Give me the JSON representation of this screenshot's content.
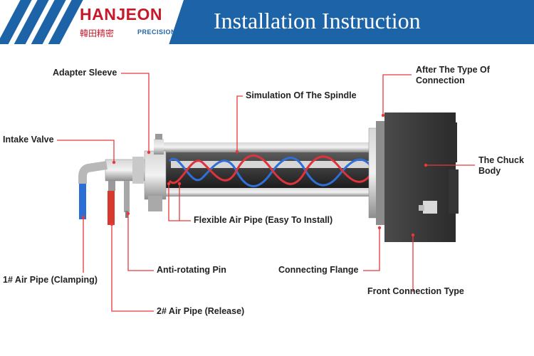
{
  "header": {
    "brand": "HANJEON",
    "brand_cn": "韓田精密",
    "brand_sub": "PRECISION",
    "title": "Installation Instruction"
  },
  "labels": {
    "adapter_sleeve": "Adapter Sleeve",
    "simulation_spindle": "Simulation Of The Spindle",
    "after_type_line1": "After The Type Of",
    "after_type_line2": "Connection",
    "intake_valve": "Intake Valve",
    "chuck_body_line1": "The Chuck",
    "chuck_body_line2": "Body",
    "flexible_air_pipe": "Flexible Air Pipe (Easy To Install)",
    "air_pipe_clamping": "1# Air Pipe (Clamping)",
    "anti_rotating_pin": "Anti-rotating Pin",
    "connecting_flange": "Connecting Flange",
    "front_connection": "Front Connection Type",
    "air_pipe_release": "2# Air Pipe (Release)"
  },
  "colors": {
    "header_blue": "#1d63a8",
    "brand_red": "#c8192a",
    "leader_red": "#e8393a",
    "pipe_red": "#e0323a",
    "pipe_blue": "#2f6fd8"
  }
}
